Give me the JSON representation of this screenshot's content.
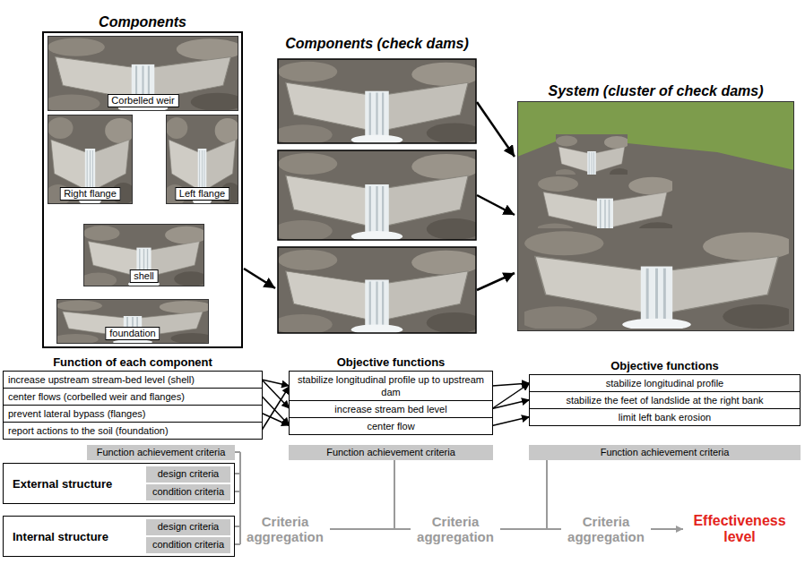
{
  "diagram": {
    "nodes": [
      {
        "text": [
          "Components"
        ]
      },
      {
        "text": [
          "Corbelled weir"
        ],
        "in": 0
      },
      {
        "text": [
          "Right flange"
        ],
        "in": 0
      },
      {
        "text": [
          "Left flange"
        ],
        "in": 0
      },
      {
        "text": [
          "shell"
        ],
        "in": 0
      },
      {
        "text": [
          "foundation"
        ],
        "in": 0
      },
      {
        "text": [
          "System (cluster of check dams)"
        ]
      },
      {
        "text": [
          "Function of each component"
        ]
      },
      {
        "text": [
          "increase upstream stream-bed level (shell)"
        ],
        "in": 7
      },
      {
        "text": [
          "center flows (corbelled weir and flanges)"
        ],
        "in": 7
      },
      {
        "text": [
          "prevent lateral bypass (flanges)"
        ],
        "in": 7
      },
      {
        "text": [
          "report actions to the soil (foundation)"
        ],
        "in": 7
      },
      {
        "text": [
          "Function achievement criteria"
        ]
      },
      {
        "text": [
          "External structure"
        ]
      },
      {
        "text": [
          "design criteria"
        ],
        "in": 13
      },
      {
        "text": [
          "condition criteria"
        ],
        "in": 13
      },
      {
        "text": [
          "Internal structure"
        ]
      },
      {
        "text": [
          "design criteria"
        ],
        "in": 16
      },
      {
        "text": [
          "condition criteria"
        ],
        "in": 16
      },
      {
        "text": [
          "Objective functions"
        ]
      },
      {
        "text": [
          "stabilize longitudinal profile up to upstream dam"
        ],
        "in": 19
      },
      {
        "text": [
          "increase stream bed level"
        ],
        "in": 19
      },
      {
        "text": [
          "center flow"
        ],
        "in": 19
      },
      {
        "text": [
          "Function achievement criteria"
        ]
      },
      {
        "text": [
          "Objective functions"
        ]
      },
      {
        "text": [
          "stabilize longitudinal profile"
        ],
        "in": 24
      },
      {
        "text": [
          "stabilize the feet of landslide at the right bank"
        ],
        "in": 24
      },
      {
        "text": [
          "limit left bank erosion"
        ],
        "in": 24
      },
      {
        "text": [
          "Function achievement criteria"
        ]
      }
    ],
    "edges": [
      {
        "from": 8,
        "to": 20,
        "arrow": "to"
      },
      {
        "from": 8,
        "to": 21,
        "arrow": "to"
      },
      {
        "from": 9,
        "to": 22,
        "arrow": "to"
      },
      {
        "from": 10,
        "to": 22,
        "arrow": "to"
      },
      {
        "from": 11,
        "to": 20,
        "arrow": "to"
      },
      {
        "from": 20,
        "to": 25,
        "arrow": "to"
      },
      {
        "from": 21,
        "to": 25,
        "arrow": "to"
      },
      {
        "from": 21,
        "to": 26,
        "arrow": "to"
      },
      {
        "from": 22,
        "to": 27,
        "arrow": "to"
      }
    ],
    "labels": [
      "Components (check dams)",
      "Criteria aggregation",
      "Criteria aggregation",
      "Criteria aggregation",
      "Effectiveness level"
    ]
  }
}
